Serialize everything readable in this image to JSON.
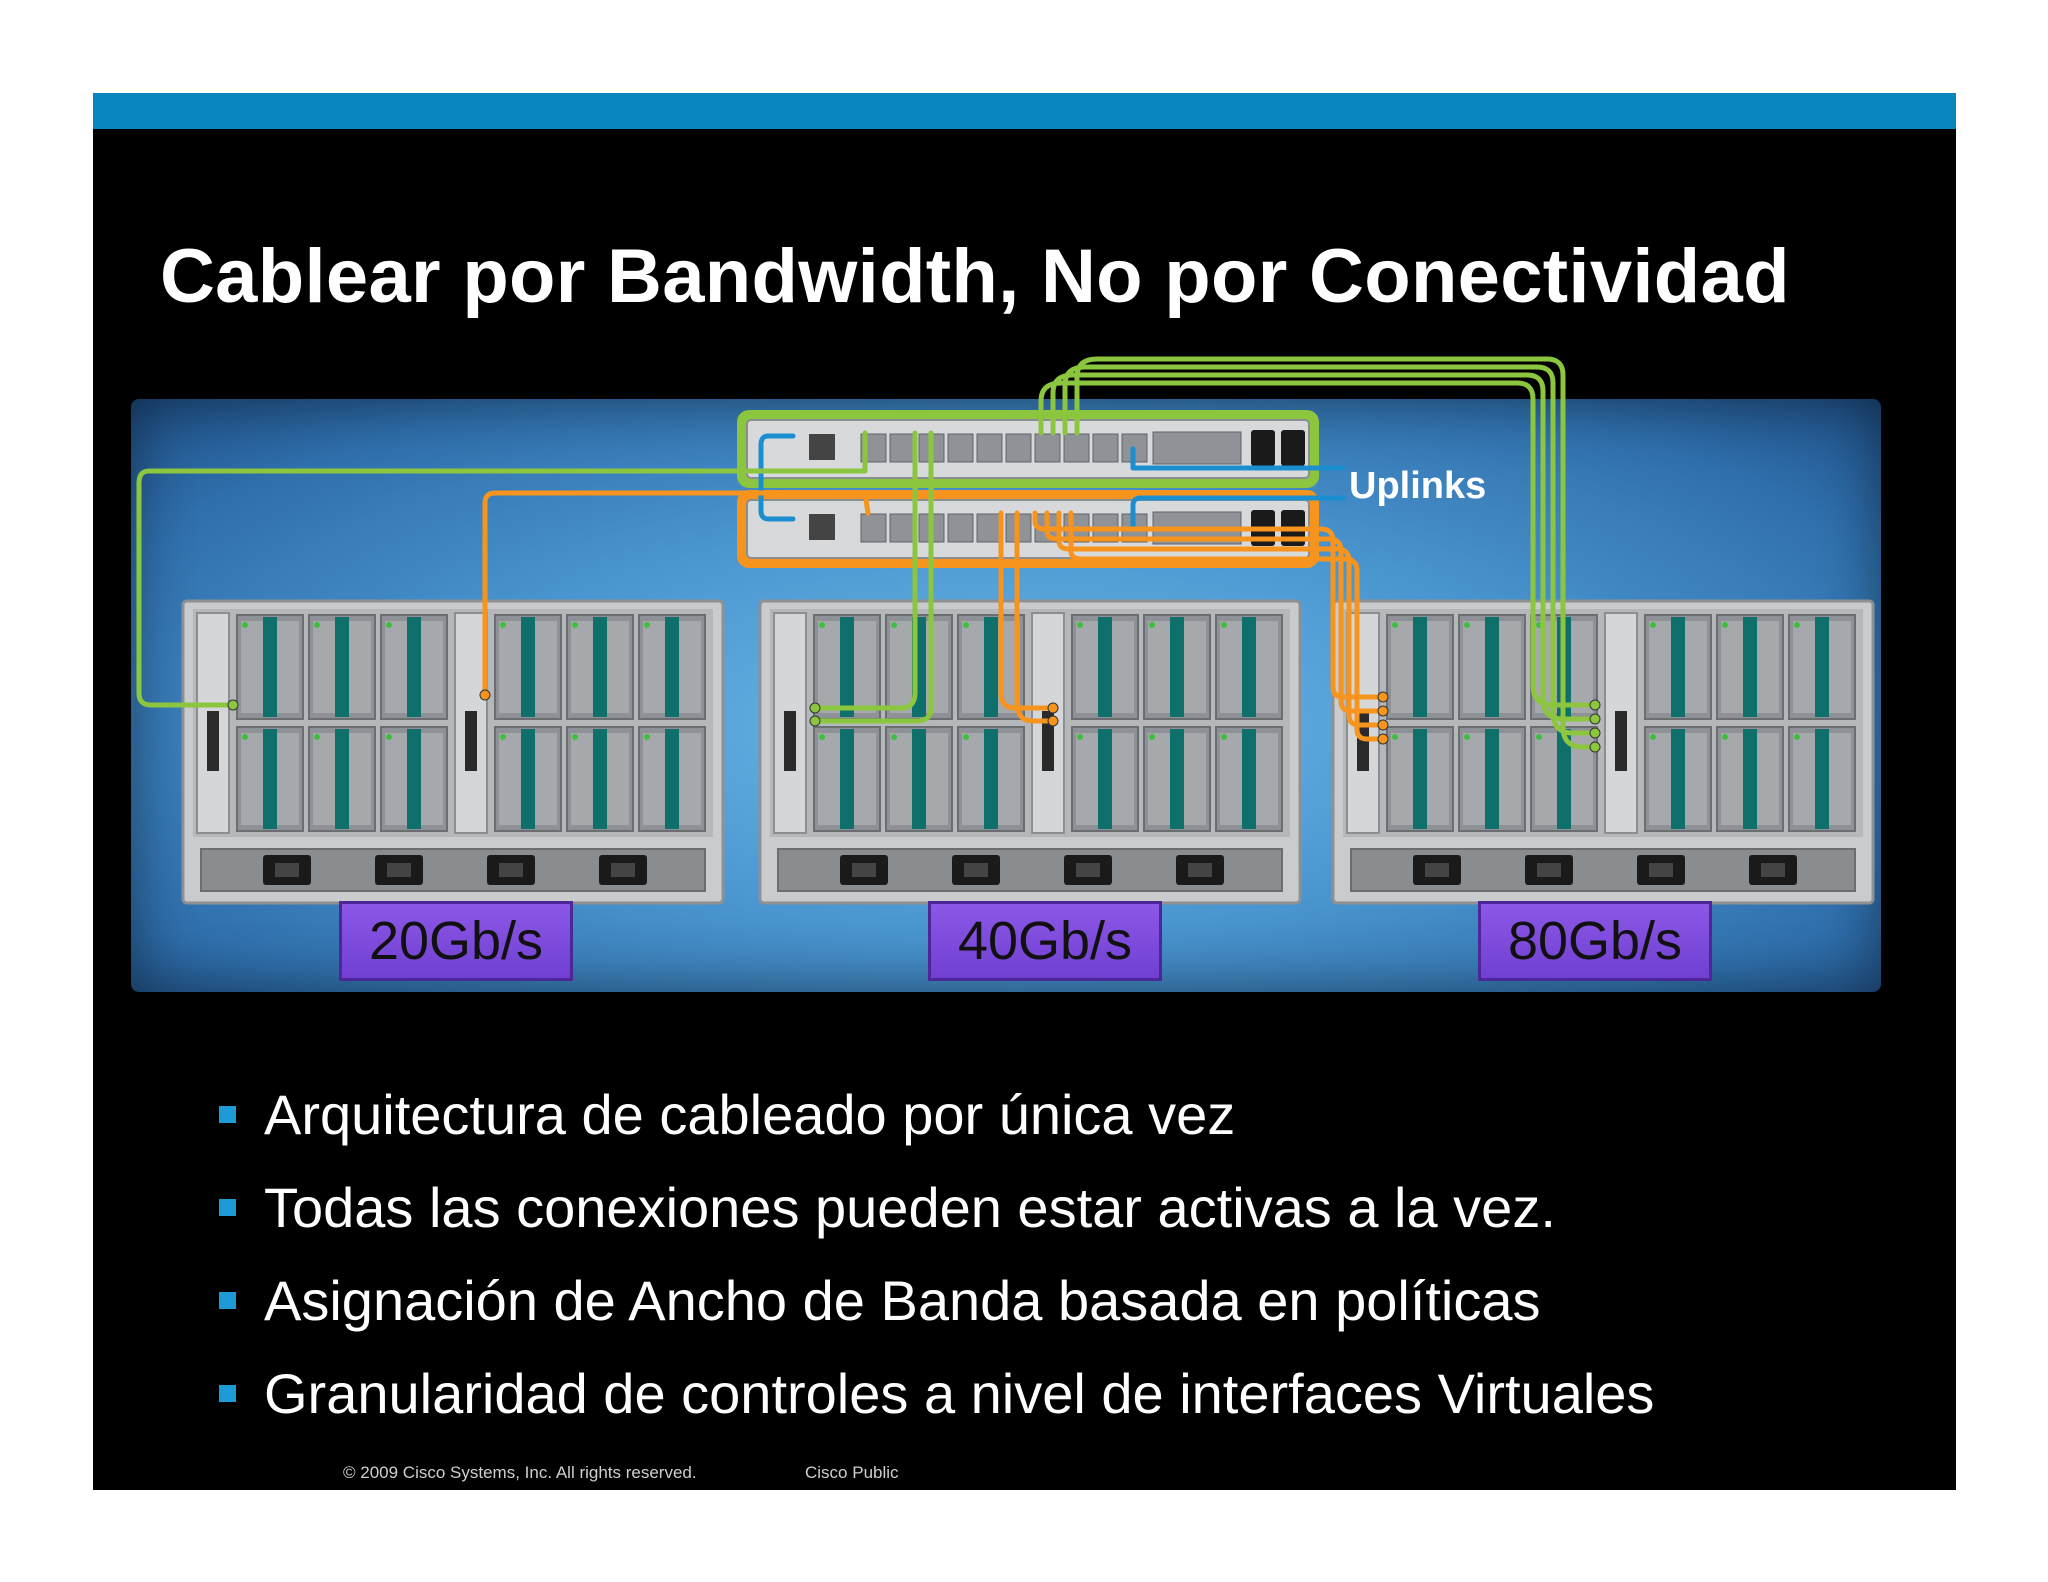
{
  "title": "Cablear por Bandwidth, No por  Conectividad",
  "diagram": {
    "uplinks_label": "Uplinks",
    "speeds": [
      "20Gb/s",
      "40Gb/s",
      "80Gb/s"
    ],
    "colors": {
      "fabric_a": "#8cc63f",
      "fabric_b": "#f7941d",
      "uplink": "#1b8ed0",
      "speed_label": "#7f4fe0"
    }
  },
  "bullets": [
    "Arquitectura de cableado por única vez",
    "Todas las conexiones pueden estar activas a la vez.",
    "Asignación de Ancho de Banda basada en políticas",
    "Granularidad de controles a nivel de interfaces Virtuales"
  ],
  "footer": {
    "copyright": "© 2009 Cisco Systems, Inc. All rights reserved.",
    "classification": "Cisco Public"
  }
}
